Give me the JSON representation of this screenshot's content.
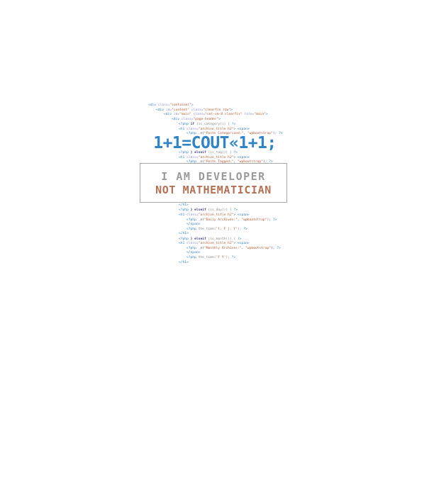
{
  "design": {
    "headline": "1+1=COUT«1+1;",
    "badge": {
      "line1": "I AM DEVELOPER",
      "line2": "NOT MATHEMATICIAN"
    },
    "colors": {
      "headline": "#2f83c7",
      "badge_line1": "#9a9a9a",
      "badge_line2": "#b37052",
      "badge_border": "#a8a8a8"
    }
  },
  "code_lines": [
    [
      {
        "t": "<div ",
        "c": "tag"
      },
      {
        "t": "class=",
        "c": "attr"
      },
      {
        "t": "\"container\"",
        "c": "str"
      },
      {
        "t": ">",
        "c": "tag"
      }
    ],
    [
      {
        "t": "<div ",
        "c": "tag"
      },
      {
        "t": "id=",
        "c": "attr"
      },
      {
        "t": "\"content\" ",
        "c": "str"
      },
      {
        "t": "class=",
        "c": "attr"
      },
      {
        "t": "\"clearfix row\"",
        "c": "str"
      },
      {
        "t": ">",
        "c": "tag"
      }
    ],
    [
      {
        "t": "<div ",
        "c": "tag"
      },
      {
        "t": "id=",
        "c": "attr"
      },
      {
        "t": "\"main\" ",
        "c": "str"
      },
      {
        "t": "class=",
        "c": "attr"
      },
      {
        "t": "\"col-sm-8 clearfix\" ",
        "c": "str"
      },
      {
        "t": "role=",
        "c": "attr"
      },
      {
        "t": "\"main\"",
        "c": "str"
      },
      {
        "t": ">",
        "c": "tag"
      }
    ],
    [
      {
        "t": "<div ",
        "c": "tag"
      },
      {
        "t": "class=",
        "c": "attr"
      },
      {
        "t": "\"page-header\"",
        "c": "str"
      },
      {
        "t": ">",
        "c": "tag"
      }
    ],
    [
      {
        "t": "<?php ",
        "c": "tag"
      },
      {
        "t": "if ",
        "c": "kw"
      },
      {
        "t": "(is_category()) { ",
        "c": "fn"
      },
      {
        "t": "?>",
        "c": "tag"
      }
    ],
    [
      {
        "t": "<h1 ",
        "c": "tag"
      },
      {
        "t": "class=",
        "c": "attr"
      },
      {
        "t": "\"archive_title h2\"",
        "c": "str"
      },
      {
        "t": "> <span>",
        "c": "tag"
      }
    ],
    [
      {
        "t": "<?php ",
        "c": "tag"
      },
      {
        "t": "_e(",
        "c": "txt"
      },
      {
        "t": "\"Posts Categorized:\"",
        "c": "str"
      },
      {
        "t": ", ",
        "c": "txt"
      },
      {
        "t": "\"wpbootstrap\"",
        "c": "str"
      },
      {
        "t": "); ",
        "c": "txt"
      },
      {
        "t": "?>",
        "c": "tag"
      }
    ],
    [
      {
        "t": "<?php ",
        "c": "tag"
      },
      {
        "t": "} elseif ",
        "c": "kw"
      },
      {
        "t": "(is_tag()) { ",
        "c": "fn"
      },
      {
        "t": "?>",
        "c": "tag"
      }
    ],
    [
      {
        "t": "<h1 ",
        "c": "tag"
      },
      {
        "t": "class=",
        "c": "attr"
      },
      {
        "t": "\"archive_title h2\"",
        "c": "str"
      },
      {
        "t": "> <span>",
        "c": "tag"
      }
    ],
    [
      {
        "t": "<?php ",
        "c": "tag"
      },
      {
        "t": "_e(",
        "c": "txt"
      },
      {
        "t": "\"Posts Tagged:\"",
        "c": "str"
      },
      {
        "t": ", ",
        "c": "txt"
      },
      {
        "t": "\"wpbootstrap\"",
        "c": "str"
      },
      {
        "t": "); ",
        "c": "txt"
      },
      {
        "t": "?>",
        "c": "tag"
      }
    ],
    [
      {
        "t": "</h1>",
        "c": "tag"
      }
    ],
    [
      {
        "t": "<?php ",
        "c": "tag"
      },
      {
        "t": "} elseif ",
        "c": "kw"
      },
      {
        "t": "(is_day()) { ",
        "c": "fn"
      },
      {
        "t": "?>",
        "c": "tag"
      }
    ],
    [
      {
        "t": "<h1 ",
        "c": "tag"
      },
      {
        "t": "class=",
        "c": "attr"
      },
      {
        "t": "\"archive_title h2\"",
        "c": "str"
      },
      {
        "t": "> <span>",
        "c": "tag"
      }
    ],
    [
      {
        "t": "<?php ",
        "c": "tag"
      },
      {
        "t": "_e(",
        "c": "txt"
      },
      {
        "t": "\"Daily Archives:\"",
        "c": "str"
      },
      {
        "t": ", ",
        "c": "txt"
      },
      {
        "t": "\"wpbootstrap\"",
        "c": "str"
      },
      {
        "t": "); ",
        "c": "txt"
      },
      {
        "t": "?>",
        "c": "tag"
      }
    ],
    [
      {
        "t": "</span>",
        "c": "tag"
      }
    ],
    [
      {
        "t": "<?php ",
        "c": "tag"
      },
      {
        "t": "the_time(",
        "c": "fn"
      },
      {
        "t": "'l, F j, Y'",
        "c": "str"
      },
      {
        "t": "); ",
        "c": "fn"
      },
      {
        "t": "?>",
        "c": "tag"
      }
    ],
    [
      {
        "t": "</h1>",
        "c": "tag"
      }
    ],
    [
      {
        "t": "<?php ",
        "c": "tag"
      },
      {
        "t": "} elseif ",
        "c": "kw"
      },
      {
        "t": "(is_month()) { ",
        "c": "fn"
      },
      {
        "t": "?>",
        "c": "tag"
      }
    ],
    [
      {
        "t": "<h1 ",
        "c": "tag"
      },
      {
        "t": "class=",
        "c": "attr"
      },
      {
        "t": "\"archive_title h2\"",
        "c": "str"
      },
      {
        "t": "> <span>",
        "c": "tag"
      }
    ],
    [
      {
        "t": "<?php ",
        "c": "tag"
      },
      {
        "t": "_e(",
        "c": "txt"
      },
      {
        "t": "\"Monthly Archives:\"",
        "c": "str"
      },
      {
        "t": ", ",
        "c": "txt"
      },
      {
        "t": "\"wpbootstrap\"",
        "c": "str"
      },
      {
        "t": "); ",
        "c": "txt"
      },
      {
        "t": "?>",
        "c": "tag"
      }
    ],
    [
      {
        "t": "</span>",
        "c": "tag"
      }
    ],
    [
      {
        "t": "<?php ",
        "c": "tag"
      },
      {
        "t": "the_time(",
        "c": "fn"
      },
      {
        "t": "'F Y'",
        "c": "str"
      },
      {
        "t": "); ",
        "c": "fn"
      },
      {
        "t": "?>",
        "c": "tag"
      }
    ],
    [
      {
        "t": "</h1>",
        "c": "tag"
      }
    ]
  ]
}
